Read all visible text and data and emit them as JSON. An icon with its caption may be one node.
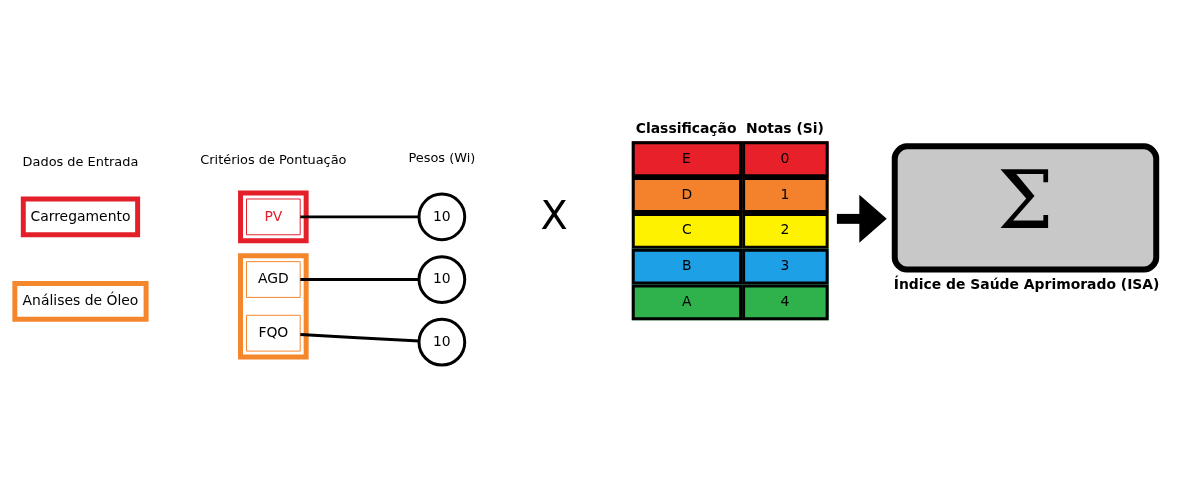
{
  "diagram": {
    "nodes": [
      {
        "text": [
          "Carregamento"
        ]
      },
      {
        "text": [
          "Análises de Óleo"
        ]
      },
      {
        "text": [],
        "shape": "box"
      },
      {
        "text": [
          "PV"
        ],
        "in": 2
      },
      {
        "text": [],
        "shape": "box"
      },
      {
        "text": [
          "AGD"
        ],
        "in": 4
      },
      {
        "text": [
          "FQO"
        ],
        "in": 4
      },
      {
        "text": [
          "10"
        ]
      },
      {
        "text": [
          "10"
        ]
      },
      {
        "text": [
          "10"
        ]
      },
      {
        "text": [
          "Classificação",
          "Notas (Si)",
          "E",
          "0",
          "D",
          "1",
          "C",
          "2",
          "B",
          "3",
          "A",
          "4"
        ]
      },
      {
        "text": [
          "Σ"
        ],
        "beside": [
          "Índice de Saúde Aprimorado (ISA)"
        ]
      }
    ],
    "edges": [
      {
        "from": 3,
        "to": 7,
        "arrow": "none"
      },
      {
        "from": 5,
        "to": 8,
        "arrow": "none"
      },
      {
        "from": 6,
        "to": 9,
        "arrow": "none"
      },
      {
        "from": 10,
        "to": 11,
        "arrow": "to",
        "style": "thick"
      }
    ],
    "labels": [
      "Dados de Entrada",
      "Critérios de Pontuação",
      "Pesos (Wi)",
      "X"
    ]
  }
}
